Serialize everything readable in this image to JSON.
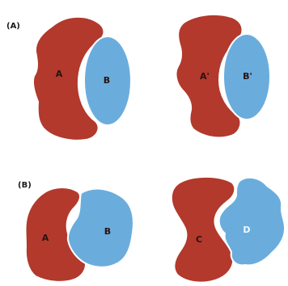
{
  "colors": {
    "red": "#b2392c",
    "blue": "#6aaddd",
    "outline": "#ffffff",
    "label_dark": "#2a1210",
    "label_light": "#f2f7ff"
  },
  "panels": [
    {
      "label": "(A)",
      "pairs": [
        {
          "left_label": "A",
          "right_label": "B"
        },
        {
          "left_label": "A'",
          "right_label": "B'"
        }
      ]
    },
    {
      "label": "(B)",
      "pairs": [
        {
          "left_label": "A",
          "right_label": "B"
        },
        {
          "left_label": "C",
          "right_label": "D"
        }
      ]
    }
  ]
}
